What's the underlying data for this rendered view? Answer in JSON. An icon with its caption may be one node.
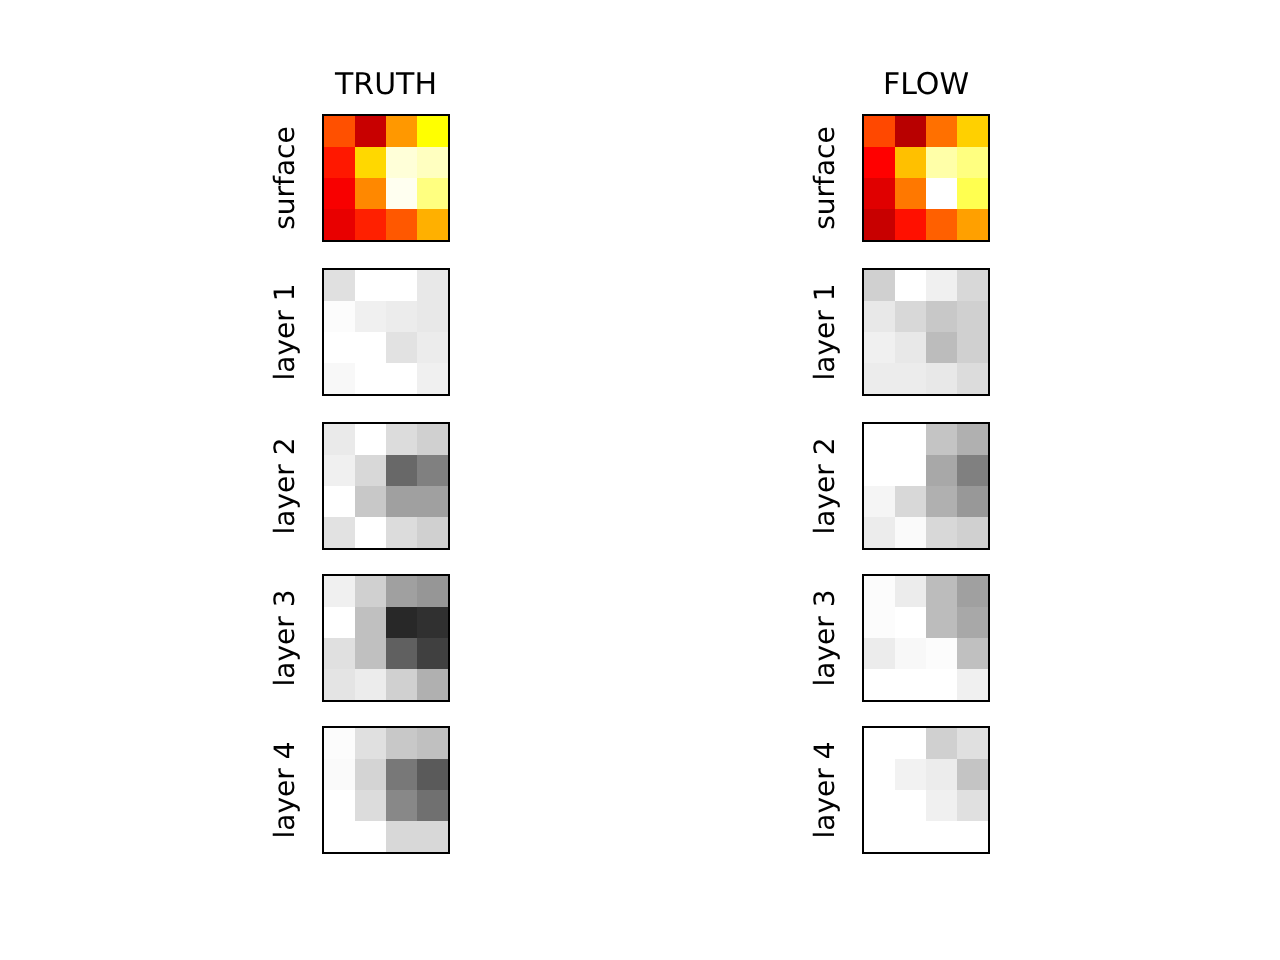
{
  "diagram": {
    "nodes": [
      {
        "text": [],
        "shape": "picture",
        "beside": [
          "surface"
        ]
      },
      {
        "text": [],
        "shape": "picture",
        "beside": [
          "layer 1"
        ]
      },
      {
        "text": [],
        "shape": "picture",
        "beside": [
          "layer 2"
        ]
      },
      {
        "text": [],
        "shape": "picture",
        "beside": [
          "layer 3"
        ]
      },
      {
        "text": [],
        "shape": "picture",
        "beside": [
          "layer 4"
        ]
      },
      {
        "text": [],
        "shape": "picture",
        "beside": [
          "surface"
        ]
      },
      {
        "text": [],
        "shape": "picture",
        "beside": [
          "layer 1"
        ]
      },
      {
        "text": [],
        "shape": "picture",
        "beside": [
          "layer 2"
        ]
      },
      {
        "text": [],
        "shape": "picture",
        "beside": [
          "layer 3"
        ]
      },
      {
        "text": [],
        "shape": "picture",
        "beside": [
          "layer 4"
        ]
      }
    ],
    "labels": [
      "TRUTH",
      "FLOW"
    ]
  }
}
